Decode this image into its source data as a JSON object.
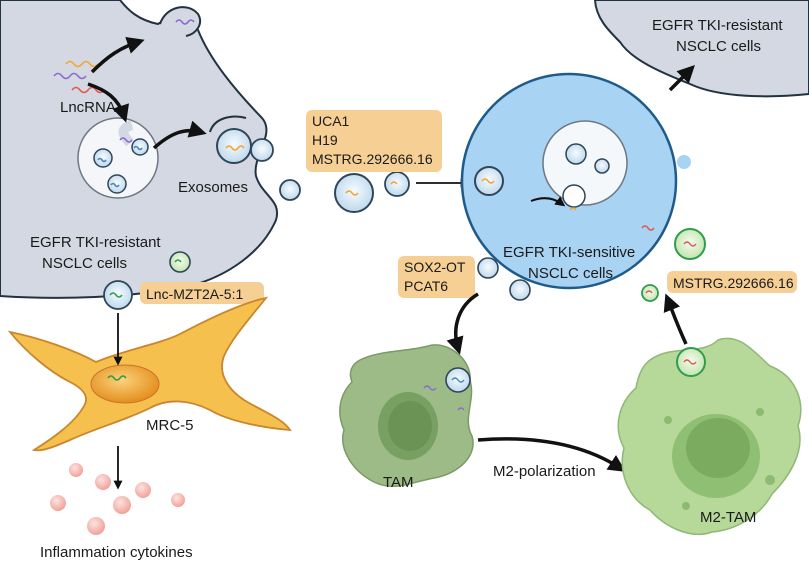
{
  "labels": {
    "lncrna": "LncRNA",
    "exosomes": "Exosomes",
    "resistant_cell_line1": "EGFR TKI-resistant",
    "resistant_cell_line2": "NSCLC cells",
    "resistant_top_line1": "EGFR TKI-resistant",
    "resistant_top_line2": "NSCLC cells",
    "sensitive_line1": "EGFR TKI-sensitive",
    "sensitive_line2": "NSCLC cells",
    "mrc5": "MRC-5",
    "inflammation": "Inflammation cytokines",
    "tam": "TAM",
    "m2_polarization": "M2-polarization",
    "m2_tam": "M2-TAM"
  },
  "tags": {
    "exosome_cargo": [
      "UCA1",
      "H19",
      "MSTRG.292666.16"
    ],
    "fibroblast_cargo": "Lnc-MZT2A-5:1",
    "tam_cargo": [
      "SOX2-OT",
      "PCAT6"
    ],
    "m2_cargo": "MSTRG.292666.16"
  },
  "colors": {
    "resistant_cell": "#d3d8e2",
    "sensitive_cell": "#a9d3f3",
    "fibroblast": "#f3b43c",
    "tam": "#9dbb87",
    "m2_tam": "#b6d99a",
    "tag": "#f6cf95",
    "cytokine": "#f4a9a2"
  }
}
